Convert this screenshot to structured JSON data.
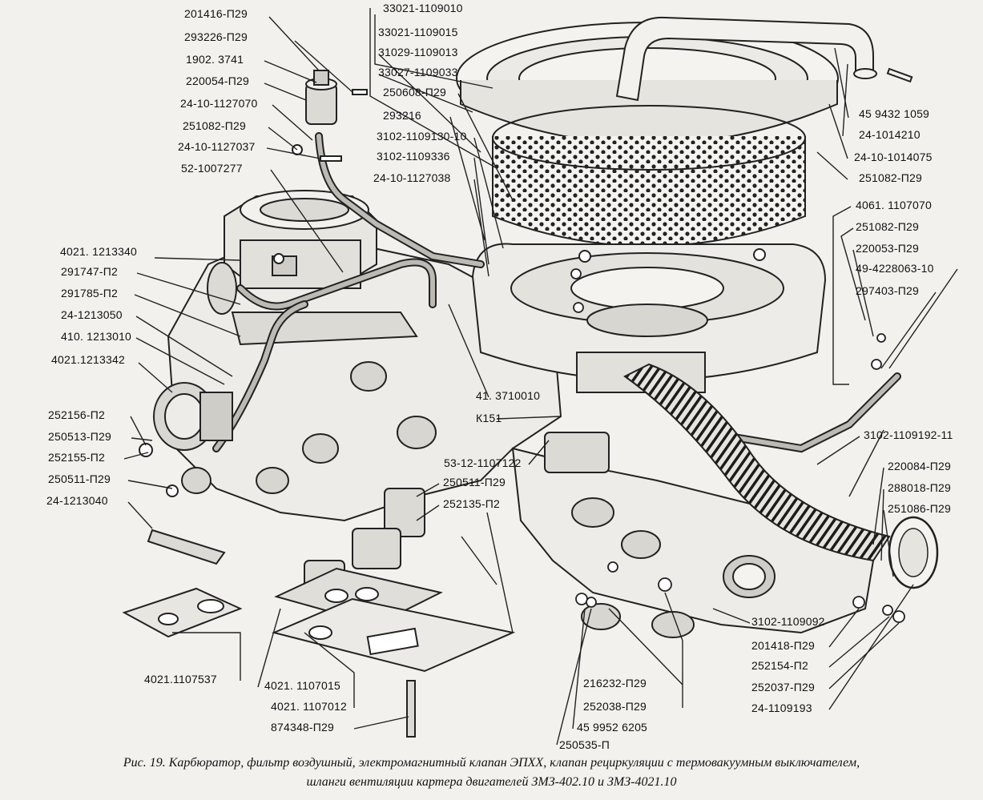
{
  "labels": {
    "l01": "201416-П29",
    "l02": "293226-П29",
    "l03": "1902. 3741",
    "l04": "220054-П29",
    "l05": "24-10-1127070",
    "l06": "251082-П29",
    "l07": "24-10-1127037",
    "l08": "52-1007277",
    "l09": "4021. 1213340",
    "l10": "291747-П2",
    "l11": "291785-П2",
    "l12": "24-1213050",
    "l13": "410. 1213010",
    "l14": "4021.1213342",
    "l15": "252156-П2",
    "l16": "250513-П29",
    "l17": "252155-П2",
    "l18": "250511-П29",
    "l19": "24-1213040",
    "l20": "33021-1109010",
    "l21": "33021-1109015",
    "l22": "31029-1109013",
    "l23": "33027-1109033",
    "l24": "250608-П29",
    "l25": "293216",
    "l26": "3102-1109130-10",
    "l27": "3102-1109336",
    "l28": "24-10-1127038",
    "l29": "45 9432 1059",
    "l30": "24-1014210",
    "l31": "24-10-1014075",
    "l32": "251082-П29",
    "l33": "4061. 1107070",
    "l34": "251082-П29",
    "l35": "220053-П29",
    "l36": "49-4228063-10",
    "l37": "297403-П29",
    "l38": "41. 3710010",
    "l39": "К151",
    "l40": "53-12-1107122",
    "l41": "250511-П29",
    "l42": "252135-П2",
    "l43": "3102-1109192-11",
    "l44": "220084-П29",
    "l45": "288018-П29",
    "l46": "251086-П29",
    "l47": "3102-1109092",
    "l48": "201418-П29",
    "l49": "252154-П2",
    "l50": "252037-П29",
    "l51": "24-1109193",
    "l52": "4021.1107537",
    "l53": "4021. 1107015",
    "l54": "4021. 1107012",
    "l55": "874348-П29",
    "l56": "216232-П29",
    "l57": "252038-П29",
    "l58": "45 9952 6205",
    "l59": "250535-П"
  },
  "caption": {
    "line1": "Рис. 19. Карбюратор, фильтр воздушный, электромагнитный клапан ЭПХХ, клапан рециркуляции с термовакуумным выключателем,",
    "line2": "шланги вентиляции картера двигателей ЗМЗ-402.10 и ЗМЗ-4021.10"
  }
}
